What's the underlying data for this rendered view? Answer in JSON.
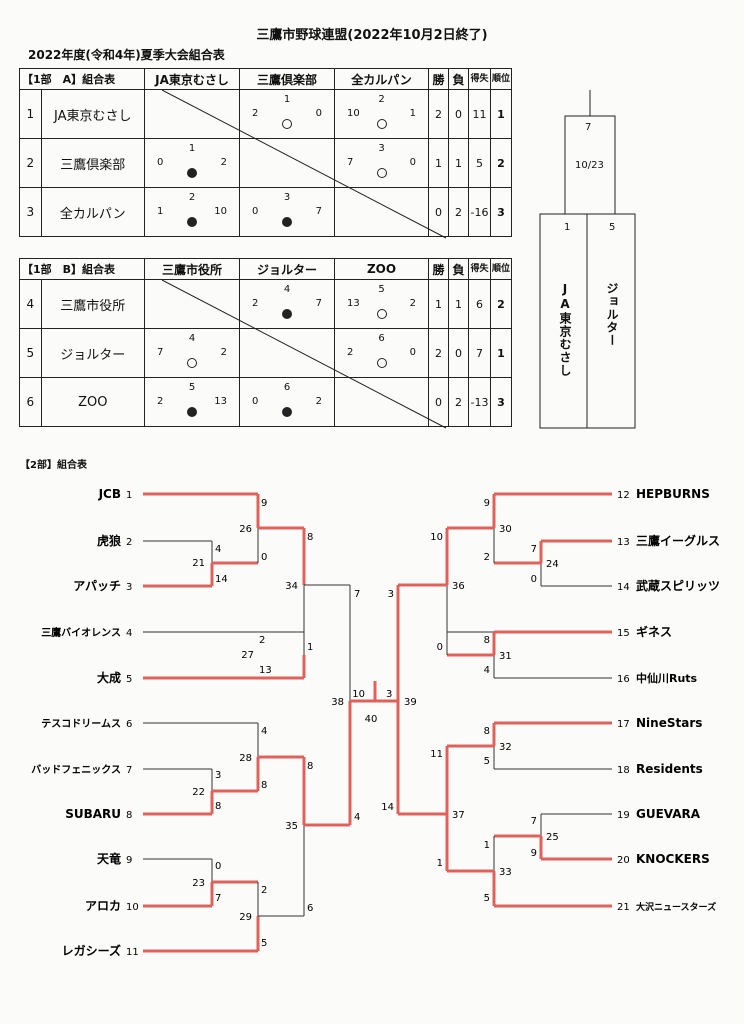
{
  "title": "三鷹市野球連盟(2022年10月2日終了)",
  "subtitle": "2022年度(令和4年)夏季大会組合表",
  "league_a": {
    "header": "【1部　A】組合表",
    "teams": [
      "JA東京むさし",
      "三鷹倶楽部",
      "全カルパン"
    ],
    "col_wins": "勝",
    "col_losses": "負",
    "col_diff": "得失",
    "col_rank": "順位",
    "rows": [
      {
        "no": "1",
        "team": "JA東京むさし",
        "games": [
          null,
          {
            "no": "1",
            "l": "2",
            "r": "0",
            "res": "win"
          },
          {
            "no": "2",
            "l": "10",
            "r": "1",
            "res": "win"
          }
        ],
        "w": "2",
        "l": "0",
        "d": "11",
        "rank": "1"
      },
      {
        "no": "2",
        "team": "三鷹倶楽部",
        "games": [
          {
            "no": "1",
            "l": "0",
            "r": "2",
            "res": "lose"
          },
          null,
          {
            "no": "3",
            "l": "7",
            "r": "0",
            "res": "win"
          }
        ],
        "w": "1",
        "l": "1",
        "d": "5",
        "rank": "2"
      },
      {
        "no": "3",
        "team": "全カルパン",
        "games": [
          {
            "no": "2",
            "l": "1",
            "r": "10",
            "res": "lose"
          },
          {
            "no": "3",
            "l": "0",
            "r": "7",
            "res": "lose"
          },
          null
        ],
        "w": "0",
        "l": "2",
        "d": "-16",
        "rank": "3"
      }
    ]
  },
  "league_b": {
    "header": "【1部　B】組合表",
    "teams": [
      "三鷹市役所",
      "ジョルター",
      "ZOO"
    ],
    "col_wins": "勝",
    "col_losses": "負",
    "col_diff": "得失",
    "col_rank": "順位",
    "rows": [
      {
        "no": "4",
        "team": "三鷹市役所",
        "games": [
          null,
          {
            "no": "4",
            "l": "2",
            "r": "7",
            "res": "lose"
          },
          {
            "no": "5",
            "l": "13",
            "r": "2",
            "res": "win"
          }
        ],
        "w": "1",
        "l": "1",
        "d": "6",
        "rank": "2"
      },
      {
        "no": "5",
        "team": "ジョルター",
        "games": [
          {
            "no": "4",
            "l": "7",
            "r": "2",
            "res": "win"
          },
          null,
          {
            "no": "6",
            "l": "2",
            "r": "0",
            "res": "win"
          }
        ],
        "w": "2",
        "l": "0",
        "d": "7",
        "rank": "1"
      },
      {
        "no": "6",
        "team": "ZOO",
        "games": [
          {
            "no": "5",
            "l": "2",
            "r": "13",
            "res": "lose"
          },
          {
            "no": "6",
            "l": "0",
            "r": "2",
            "res": "lose"
          },
          null
        ],
        "w": "0",
        "l": "2",
        "d": "-13",
        "rank": "3"
      }
    ]
  },
  "final": {
    "score": "7",
    "date": "10/23",
    "left_no": "1",
    "right_no": "5",
    "left_team": "JA東京むさし",
    "right_team": "ジョルター"
  },
  "section2_header": "【2部】組合表",
  "bracket": {
    "left_teams": [
      {
        "no": "1",
        "name": "JCB"
      },
      {
        "no": "2",
        "name": "虎狼"
      },
      {
        "no": "3",
        "name": "アパッチ"
      },
      {
        "no": "4",
        "name": "三鷹バイオレンス"
      },
      {
        "no": "5",
        "name": "大成"
      },
      {
        "no": "6",
        "name": "テスコドリームス"
      },
      {
        "no": "7",
        "name": "バッドフェニックス"
      },
      {
        "no": "8",
        "name": "SUBARU"
      },
      {
        "no": "9",
        "name": "天竜"
      },
      {
        "no": "10",
        "name": "アロカ"
      },
      {
        "no": "11",
        "name": "レガシーズ"
      }
    ],
    "right_teams": [
      {
        "no": "12",
        "name": "HEPBURNS"
      },
      {
        "no": "13",
        "name": "三鷹イーグルス"
      },
      {
        "no": "14",
        "name": "武蔵スピリッツ"
      },
      {
        "no": "15",
        "name": "ギネス"
      },
      {
        "no": "16",
        "name": "中仙川Ruts"
      },
      {
        "no": "17",
        "name": "NineStars"
      },
      {
        "no": "18",
        "name": "Residents"
      },
      {
        "no": "19",
        "name": "GUEVARA"
      },
      {
        "no": "20",
        "name": "KNOCKERS"
      },
      {
        "no": "21",
        "name": "大沢ニュースターズ"
      }
    ],
    "labels": {
      "g21": "21",
      "g21a": "4",
      "g21b": "14",
      "g26": "26",
      "g26a": "9",
      "g26b": "0",
      "g27": "27",
      "g27a": "2",
      "g27b": "13",
      "g34": "34",
      "g34a": "8",
      "g34b": "1",
      "g22": "22",
      "g22a": "3",
      "g22b": "8",
      "g28": "28",
      "g28a": "4",
      "g28b": "8",
      "g23": "23",
      "g23a": "0",
      "g23b": "7",
      "g29": "29",
      "g29a": "2",
      "g29b": "5",
      "g35": "35",
      "g35a": "8",
      "g35b": "6",
      "g38": "38",
      "g38a": "7",
      "g38b": "4",
      "g40": "40",
      "g40a": "10",
      "g40b": "3",
      "g24": "24",
      "g24a": "7",
      "g24b": "0",
      "g30": "30",
      "g30a": "9",
      "g30b": "2",
      "g31": "31",
      "g31a": "8",
      "g31b": "4",
      "g36": "36",
      "g36a": "10",
      "g36b": "0",
      "g32": "32",
      "g32a": "8",
      "g32b": "5",
      "g25": "25",
      "g25a": "7",
      "g25b": "9",
      "g33": "33",
      "g33a": "1",
      "g33b": "5",
      "g37": "37",
      "g37a": "11",
      "g37b": "1",
      "g39": "39",
      "g39a": "3",
      "g39b": "14"
    }
  },
  "colors": {
    "winner_line": "#e0605c",
    "line": "#333333"
  }
}
